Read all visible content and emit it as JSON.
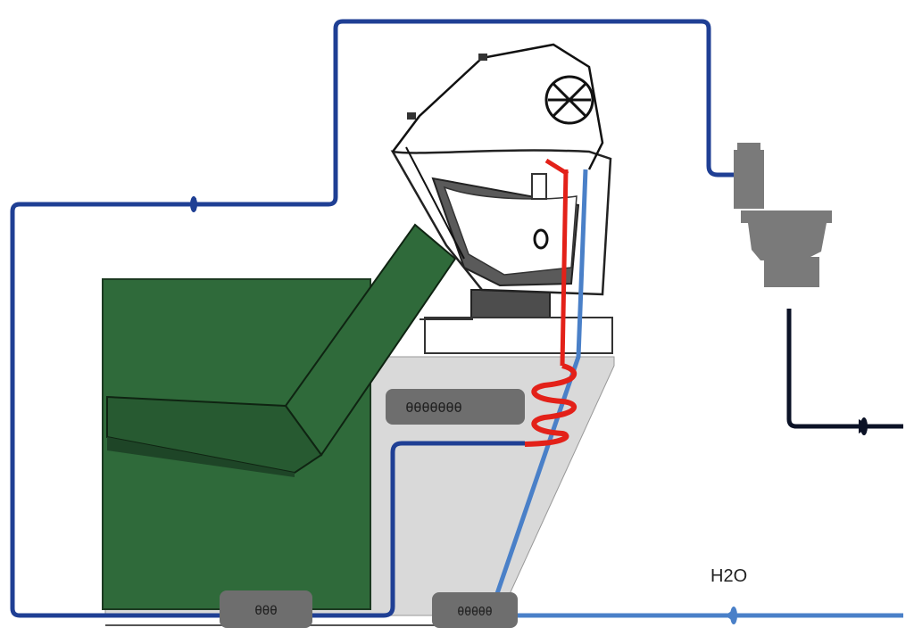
{
  "labels": {
    "unit_box_label": "ƟƟƟƟƟƟƟ",
    "bottom_left_box_label": "ƟƟƟ",
    "bottom_mid_box_label": "ƟƟƟƟƟ",
    "water_label": "H2O"
  },
  "colors": {
    "cold_water_pipe": "#1f3f94",
    "supply_pipe": "#4a80c8",
    "hot_water_pipe": "#e32119",
    "drain_pipe": "#0b1226",
    "tank_body": "#d9d9d9",
    "chair_green": "#2f6a3a",
    "chair_green_dark": "#275a31",
    "box_gray": "#6e6e6e",
    "toilet_gray": "#7a7a7a"
  }
}
